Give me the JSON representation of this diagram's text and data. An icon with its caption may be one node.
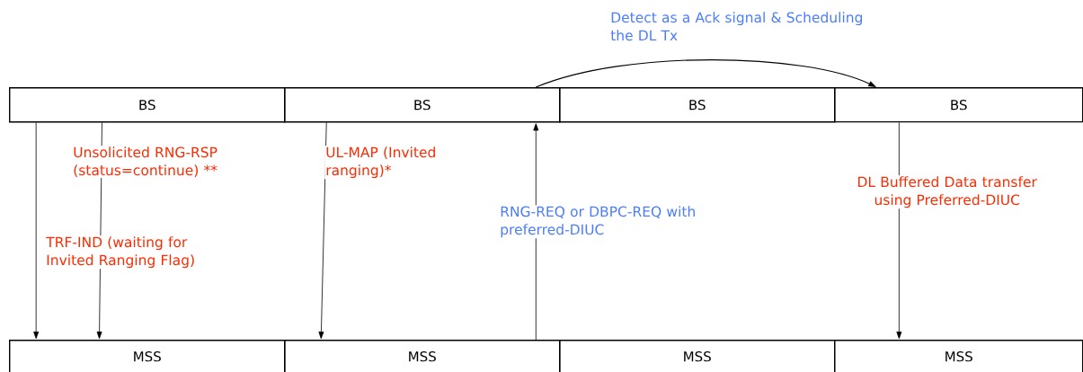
{
  "diagram": {
    "nodes": [
      {
        "text": [
          "BS"
        ]
      },
      {
        "text": [
          "BS"
        ]
      },
      {
        "text": [
          "BS"
        ]
      },
      {
        "text": [
          "BS"
        ]
      },
      {
        "text": [
          "MSS"
        ]
      },
      {
        "text": [
          "MSS"
        ]
      },
      {
        "text": [
          "MSS"
        ]
      },
      {
        "text": [
          "MSS"
        ]
      }
    ],
    "edges": [
      {
        "from": 0,
        "to": 4,
        "arrow": "to",
        "label": "TRF-IND (waiting for Invited Ranging Flag)"
      },
      {
        "from": 0,
        "to": 4,
        "arrow": "to",
        "label": "Unsolicited RNG-RSP (status=continue) **"
      },
      {
        "from": 1,
        "to": 5,
        "arrow": "to",
        "label": "UL-MAP (Invited ranging)*"
      },
      {
        "from": 5,
        "to": 1,
        "arrow": "to",
        "label": "RNG-REQ or DBPC-REQ with preferred-DIUC"
      },
      {
        "from": 1,
        "to": 3,
        "arrow": "to",
        "label": "Detect as a Ack signal & Scheduling the DL Tx"
      },
      {
        "from": 3,
        "to": 7,
        "arrow": "to",
        "label": "DL Buffered  Data transfer using Preferred-DIUC"
      }
    ]
  }
}
